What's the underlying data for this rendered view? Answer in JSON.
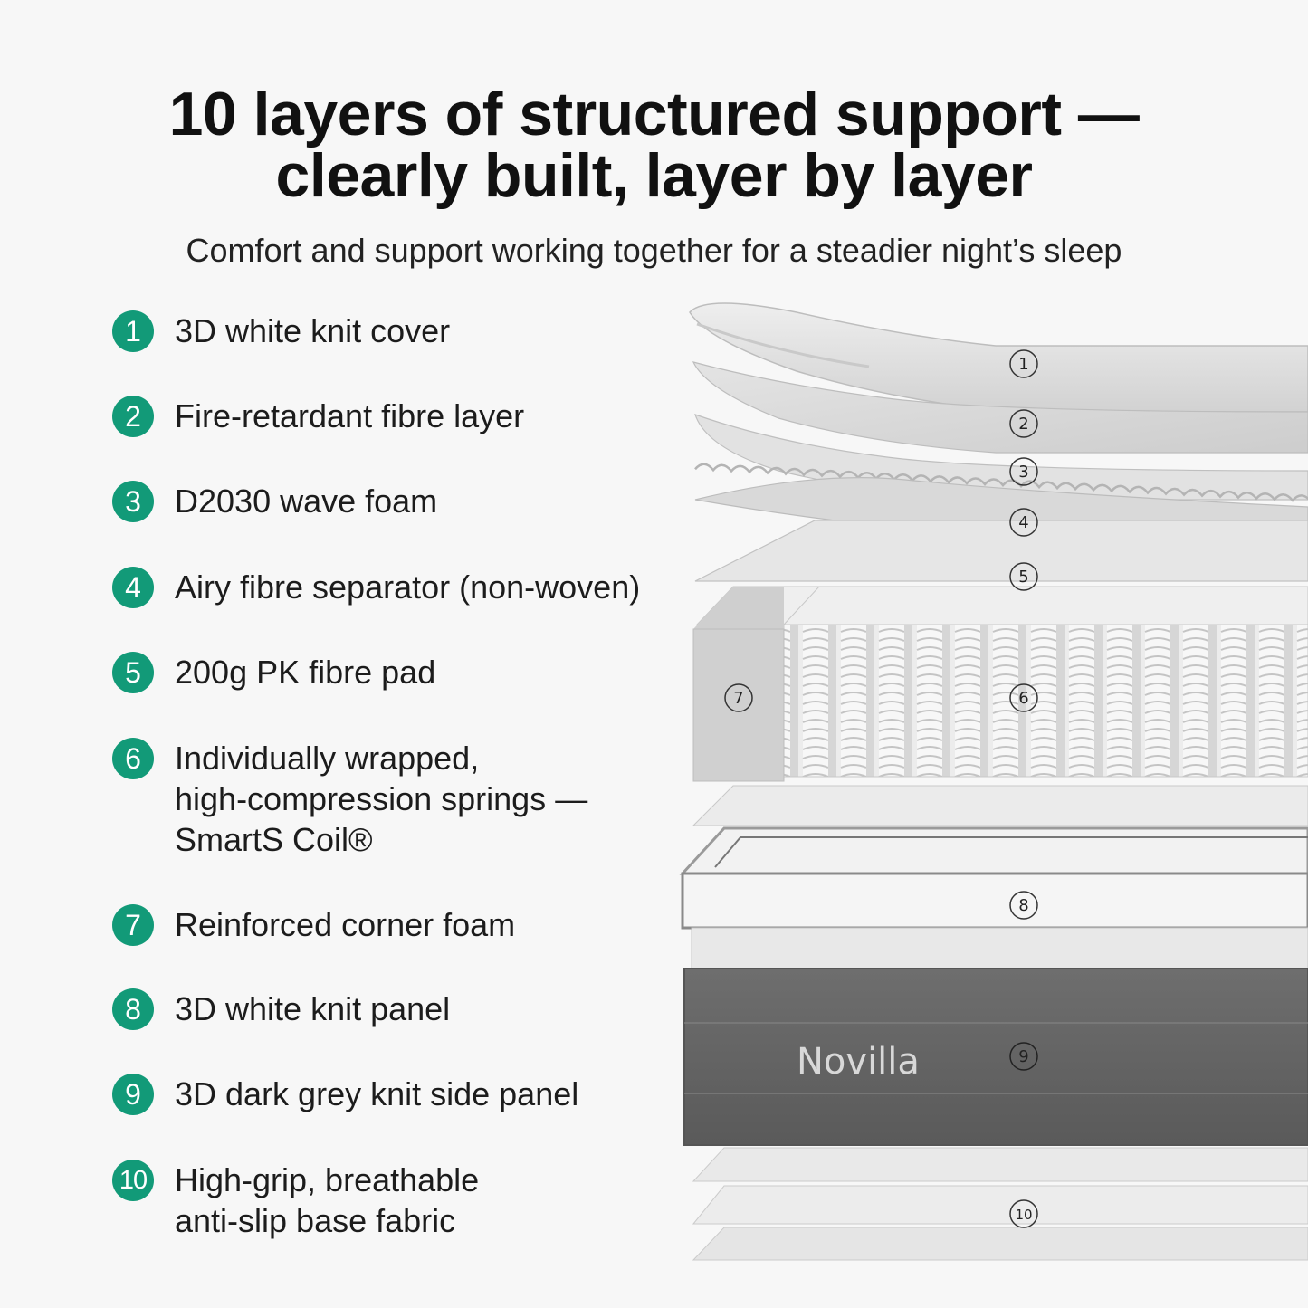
{
  "title": {
    "line1": "10 layers of structured support —",
    "line2": "clearly built, layer by layer"
  },
  "subtitle": "Comfort and support working together for a steadier night’s sleep",
  "layers": [
    {
      "number": "1",
      "lines": [
        "3D white knit cover"
      ]
    },
    {
      "number": "2",
      "lines": [
        "Fire-retardant fibre layer"
      ]
    },
    {
      "number": "3",
      "lines": [
        "D2030 wave foam"
      ]
    },
    {
      "number": "4",
      "lines": [
        "Airy fibre separator (non-woven)"
      ]
    },
    {
      "number": "5",
      "lines": [
        "200g PK fibre pad"
      ]
    },
    {
      "number": "6",
      "lines": [
        "Individually wrapped,",
        "high-compression springs —",
        "SmartS Coil®"
      ]
    },
    {
      "number": "7",
      "lines": [
        "Reinforced corner foam"
      ]
    },
    {
      "number": "8",
      "lines": [
        "3D white knit panel"
      ]
    },
    {
      "number": "9",
      "lines": [
        "3D dark grey knit side panel"
      ]
    },
    {
      "number": "10",
      "lines": [
        "High-grip, breathable",
        "anti-slip base fabric"
      ]
    }
  ],
  "diagram": {
    "markers": [
      "①",
      "②",
      "③",
      "④",
      "⑤",
      "⑥",
      "⑦",
      "⑧",
      "⑨",
      "⑩"
    ],
    "brand": "Novilla"
  },
  "colors": {
    "accent": "#129a78",
    "background": "#f7f7f7",
    "side_panel": "#6b6b6b"
  }
}
